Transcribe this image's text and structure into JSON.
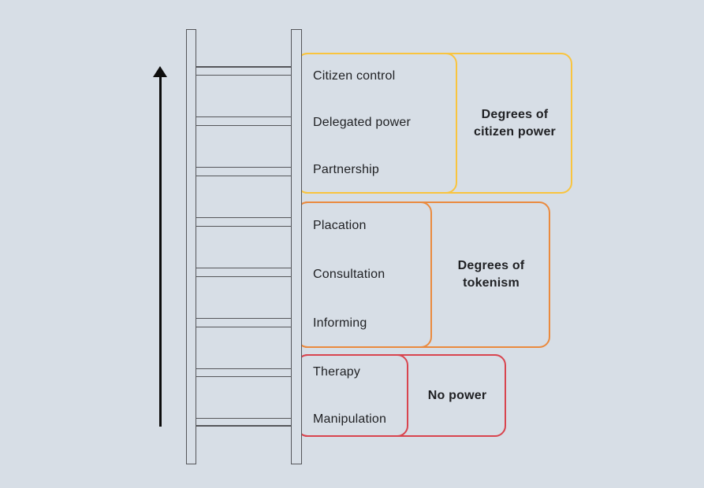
{
  "diagram": {
    "type": "ladder-of-citizen-participation",
    "groups": [
      {
        "id": "degrees-of-citizen-power",
        "border_color": "#f9c43e",
        "rungs": [
          "Citizen control",
          "Delegated power",
          "Partnership"
        ],
        "label_lines": [
          "Degrees of",
          "citizen power"
        ]
      },
      {
        "id": "degrees-of-tokenism",
        "border_color": "#ea8a3e",
        "rungs": [
          "Placation",
          "Consultation",
          "Informing"
        ],
        "label_lines": [
          "Degrees of",
          "tokenism"
        ]
      },
      {
        "id": "no-power",
        "border_color": "#d8444e",
        "rungs": [
          "Therapy",
          "Manipulation"
        ],
        "label_lines": [
          "No power"
        ]
      }
    ],
    "ladder": {
      "rung_box_count": 7
    },
    "arrow": {
      "direction": "up"
    },
    "colors": {
      "background": "#d7dee6",
      "ladder_stroke": "#55565a",
      "arrow": "#0d0d0d",
      "text": "#1f2023"
    }
  }
}
